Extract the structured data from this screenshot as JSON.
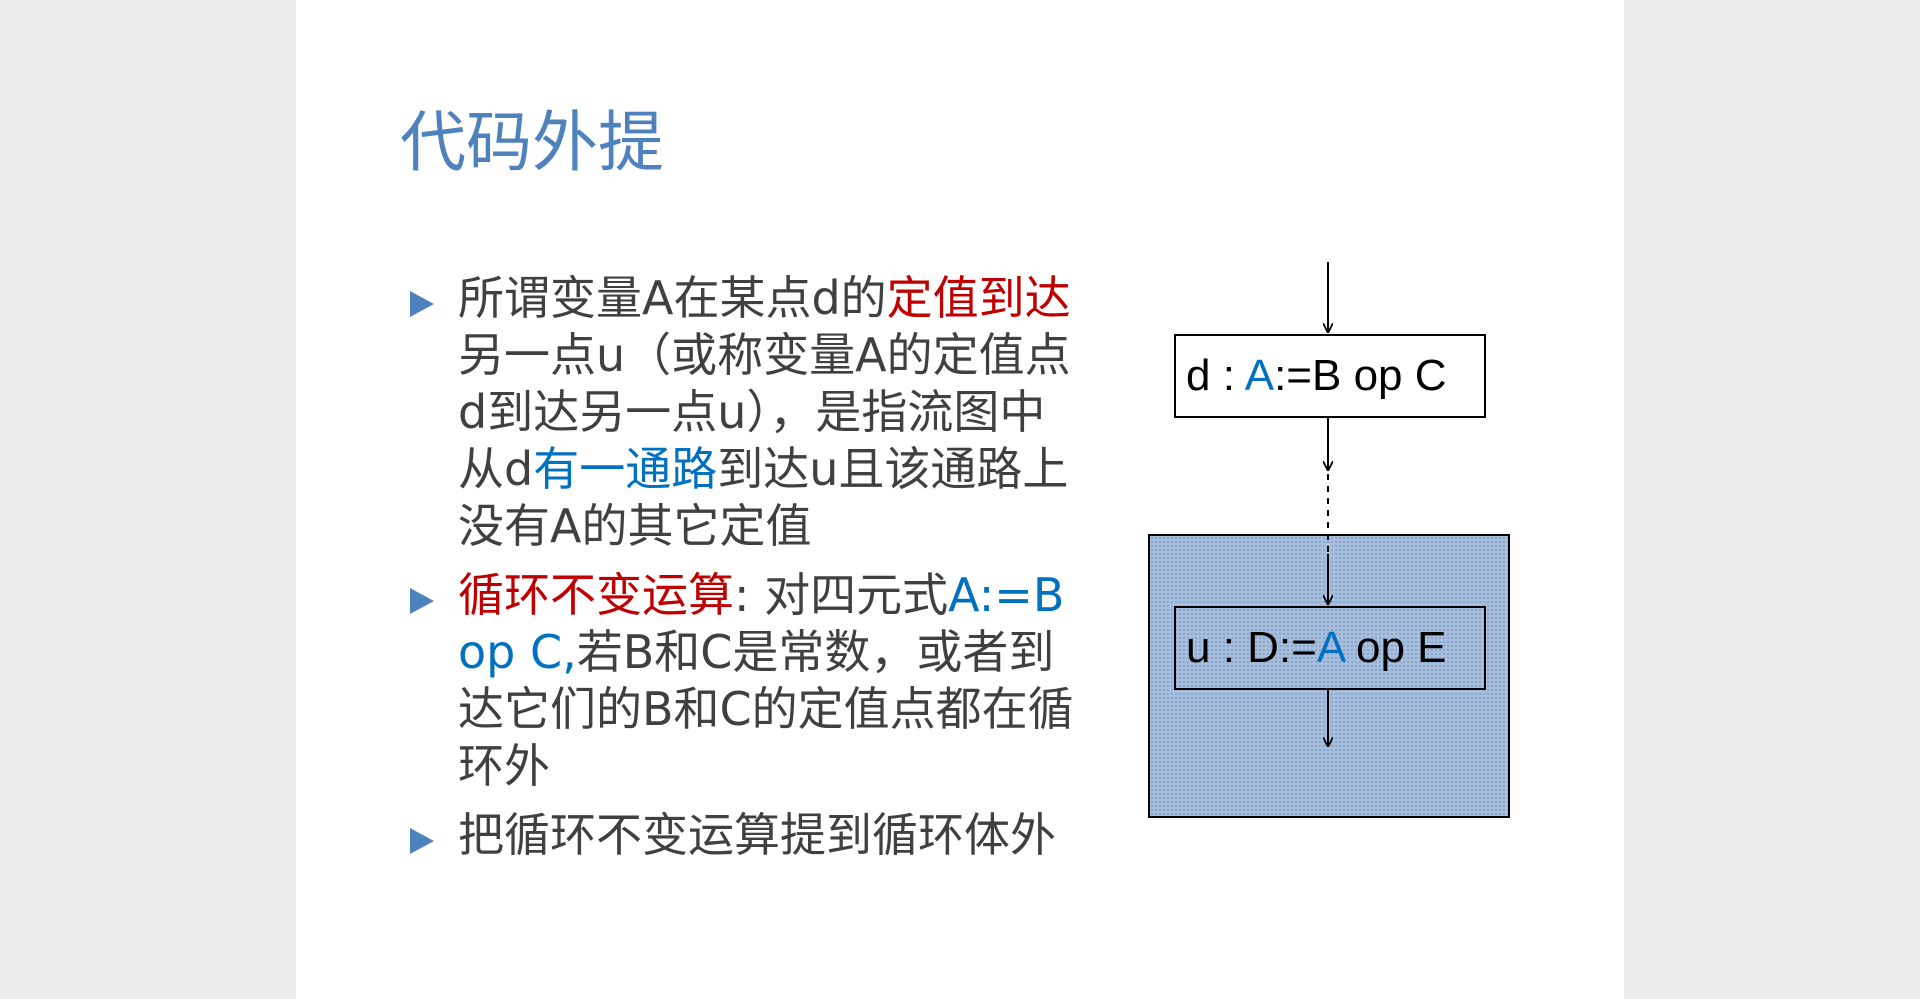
{
  "slide": {
    "title": "代码外提"
  },
  "bullets": [
    {
      "segments": [
        {
          "text": "所谓变量A在某点d的",
          "color": "normal"
        },
        {
          "text": "定值到达",
          "color": "red"
        },
        {
          "text": "另一点u（或称变量A的定值点d到达另一点u），是指流图中从d",
          "color": "normal"
        },
        {
          "text": "有一通路",
          "color": "blue"
        },
        {
          "text": "到达u且该通路上没有A的其它定值",
          "color": "normal"
        }
      ]
    },
    {
      "segments": [
        {
          "text": "循环不变运算",
          "color": "red"
        },
        {
          "text": ": 对四元式",
          "color": "normal"
        },
        {
          "text": "A:=B op C,",
          "color": "blue"
        },
        {
          "text": "若B和C是常数，或者到达它们的B和C的定值点都在循环外",
          "color": "normal"
        }
      ]
    },
    {
      "segments": [
        {
          "text": "把循环不变运算提到循环体外",
          "color": "normal"
        }
      ]
    }
  ],
  "diagram": {
    "node_d": {
      "prefix": "d :  ",
      "highlight": "A",
      "suffix": ":=B op C"
    },
    "node_u": {
      "prefix": "u :  D:=",
      "highlight": "A",
      "suffix": " op E"
    }
  },
  "colors": {
    "title": "#4f81bd",
    "bullet_marker": "#4f81bd",
    "body_text": "#404040",
    "red_highlight": "#c00000",
    "blue_highlight": "#0070c0",
    "loop_region_fill": "#a7bfdf"
  }
}
